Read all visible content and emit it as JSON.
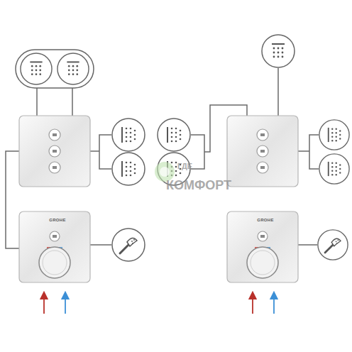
{
  "diagram": {
    "nodes": [
      {
        "text": [
          "GROHE"
        ]
      },
      {
        "text": [
          "GROHE"
        ]
      }
    ],
    "labels": [
      "ГДЕ",
      "КОМФОРТ"
    ]
  }
}
